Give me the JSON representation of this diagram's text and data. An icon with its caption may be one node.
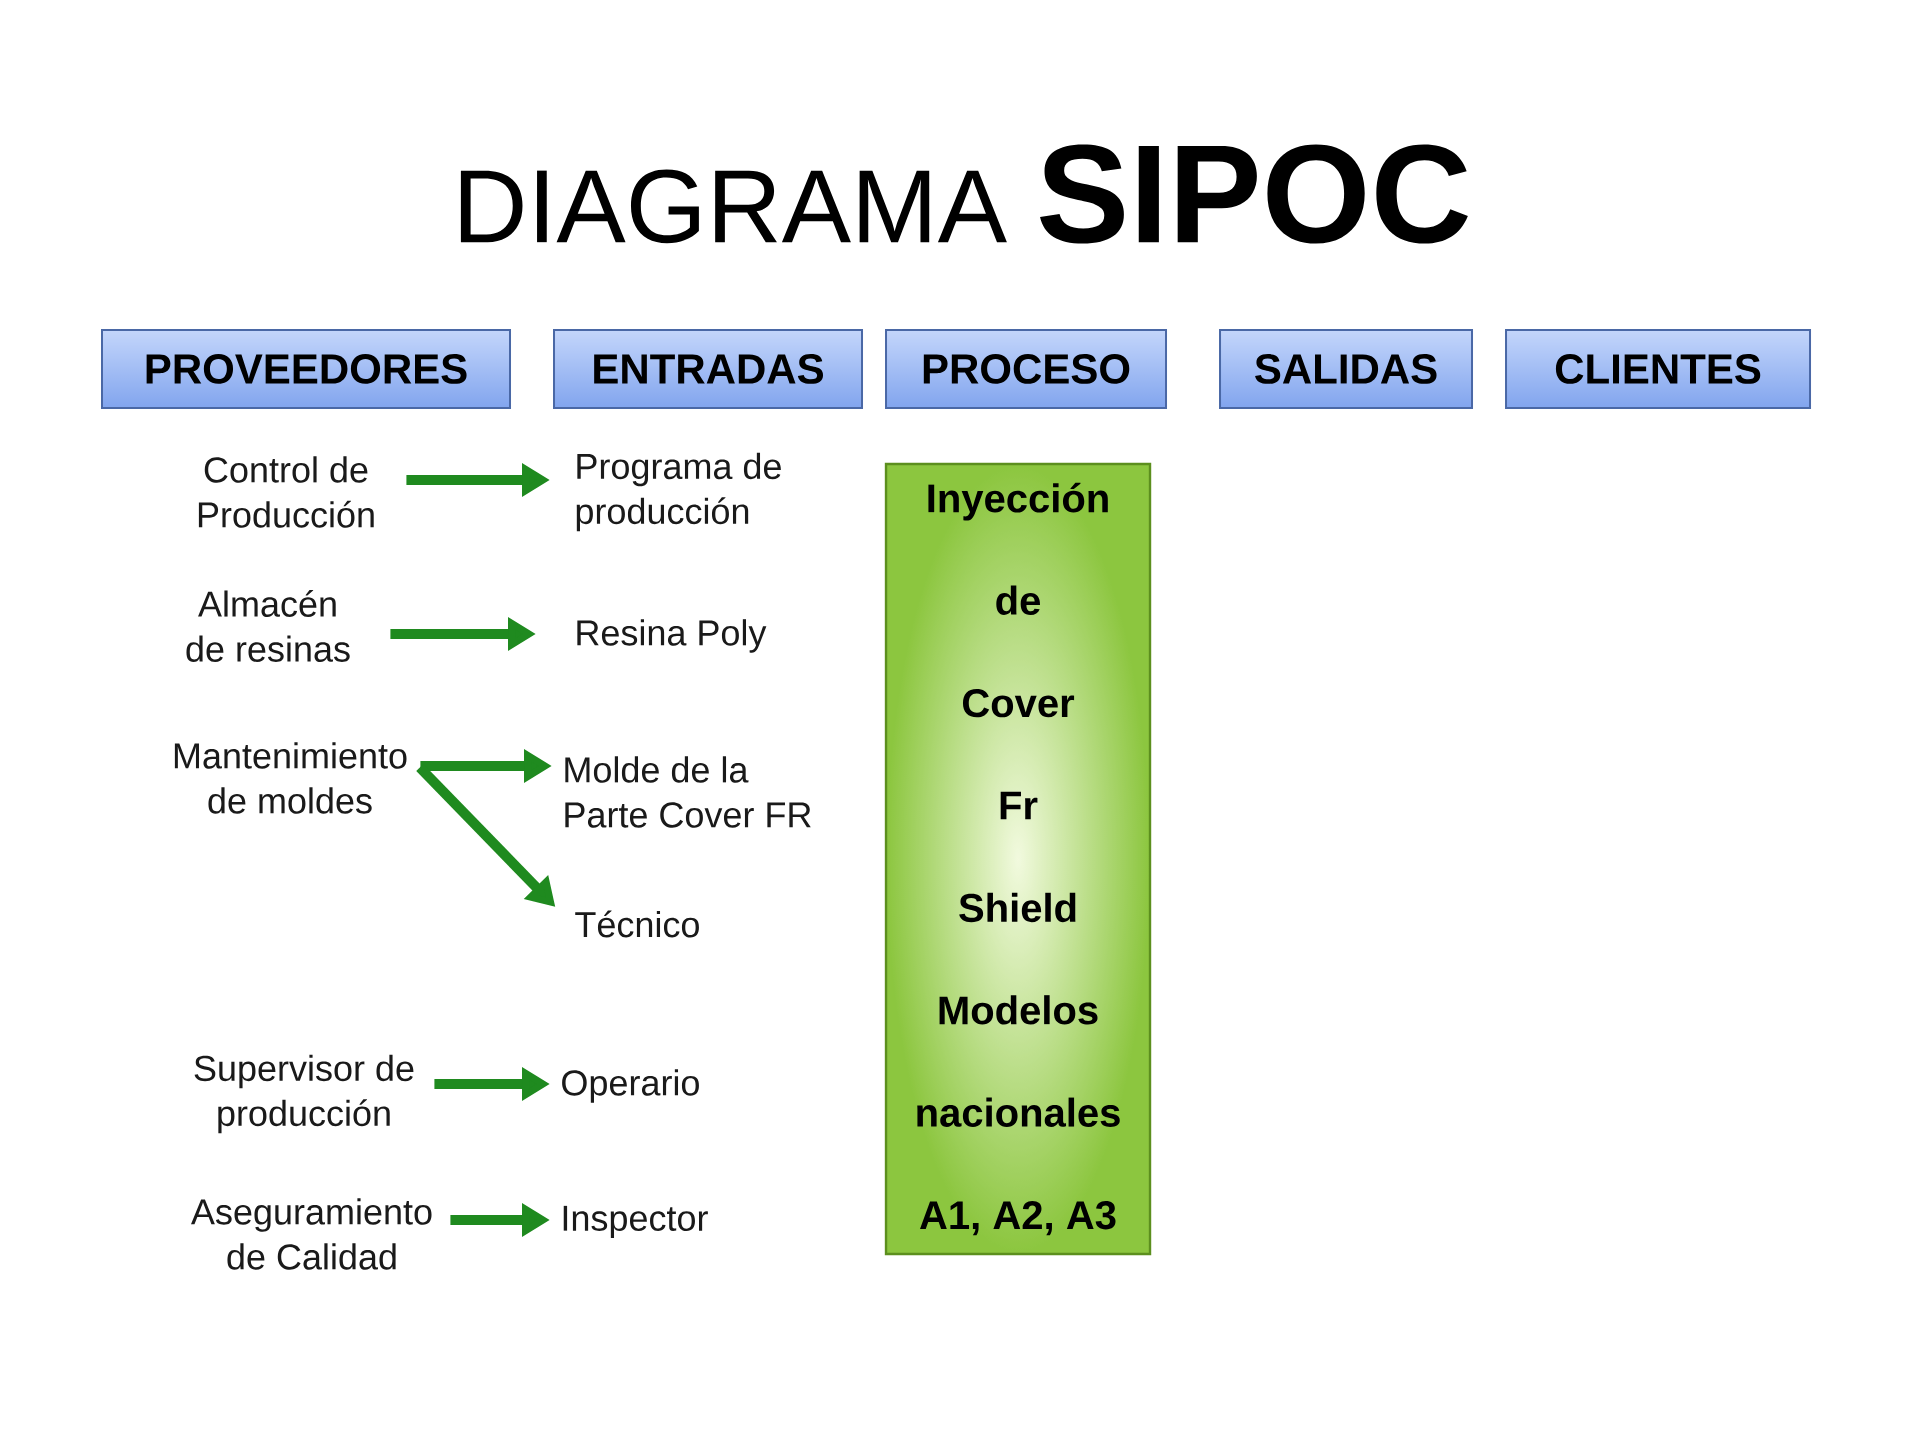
{
  "diagram": {
    "title": "DIAGRAMA **SIPOC**",
    "nodes": [
      {
        "text": [
          "PROVEEDORES"
        ]
      },
      {
        "text": [
          "ENTRADAS"
        ]
      },
      {
        "text": [
          "PROCESO"
        ]
      },
      {
        "text": [
          "SALIDAS"
        ]
      },
      {
        "text": [
          "CLIENTES"
        ]
      },
      {
        "text": [
          "Inyección de Cover Fr Shield Modelos nacionales A1, A2, A3"
        ]
      },
      {
        "text": [
          "Control de Producción"
        ]
      },
      {
        "text": [
          "Programa de producción"
        ]
      },
      {
        "text": [
          "Almacén de resinas"
        ]
      },
      {
        "text": [
          "Resina Poly"
        ]
      },
      {
        "text": [
          "Mantenimiento de moldes"
        ]
      },
      {
        "text": [
          "Molde de la Parte Cover FR"
        ]
      },
      {
        "text": [
          "Técnico"
        ]
      },
      {
        "text": [
          "Supervisor de producción"
        ]
      },
      {
        "text": [
          "Operario"
        ]
      },
      {
        "text": [
          "Aseguramiento de Calidad"
        ]
      },
      {
        "text": [
          "Inspector"
        ]
      }
    ],
    "edges": [
      {
        "from": 6,
        "to": 7,
        "arrow": "to"
      },
      {
        "from": 8,
        "to": 9,
        "arrow": "to"
      },
      {
        "from": 10,
        "to": 11,
        "arrow": "to"
      },
      {
        "from": 10,
        "to": 12,
        "arrow": "to"
      },
      {
        "from": 13,
        "to": 14,
        "arrow": "to"
      },
      {
        "from": 15,
        "to": 16,
        "arrow": "to"
      }
    ]
  }
}
